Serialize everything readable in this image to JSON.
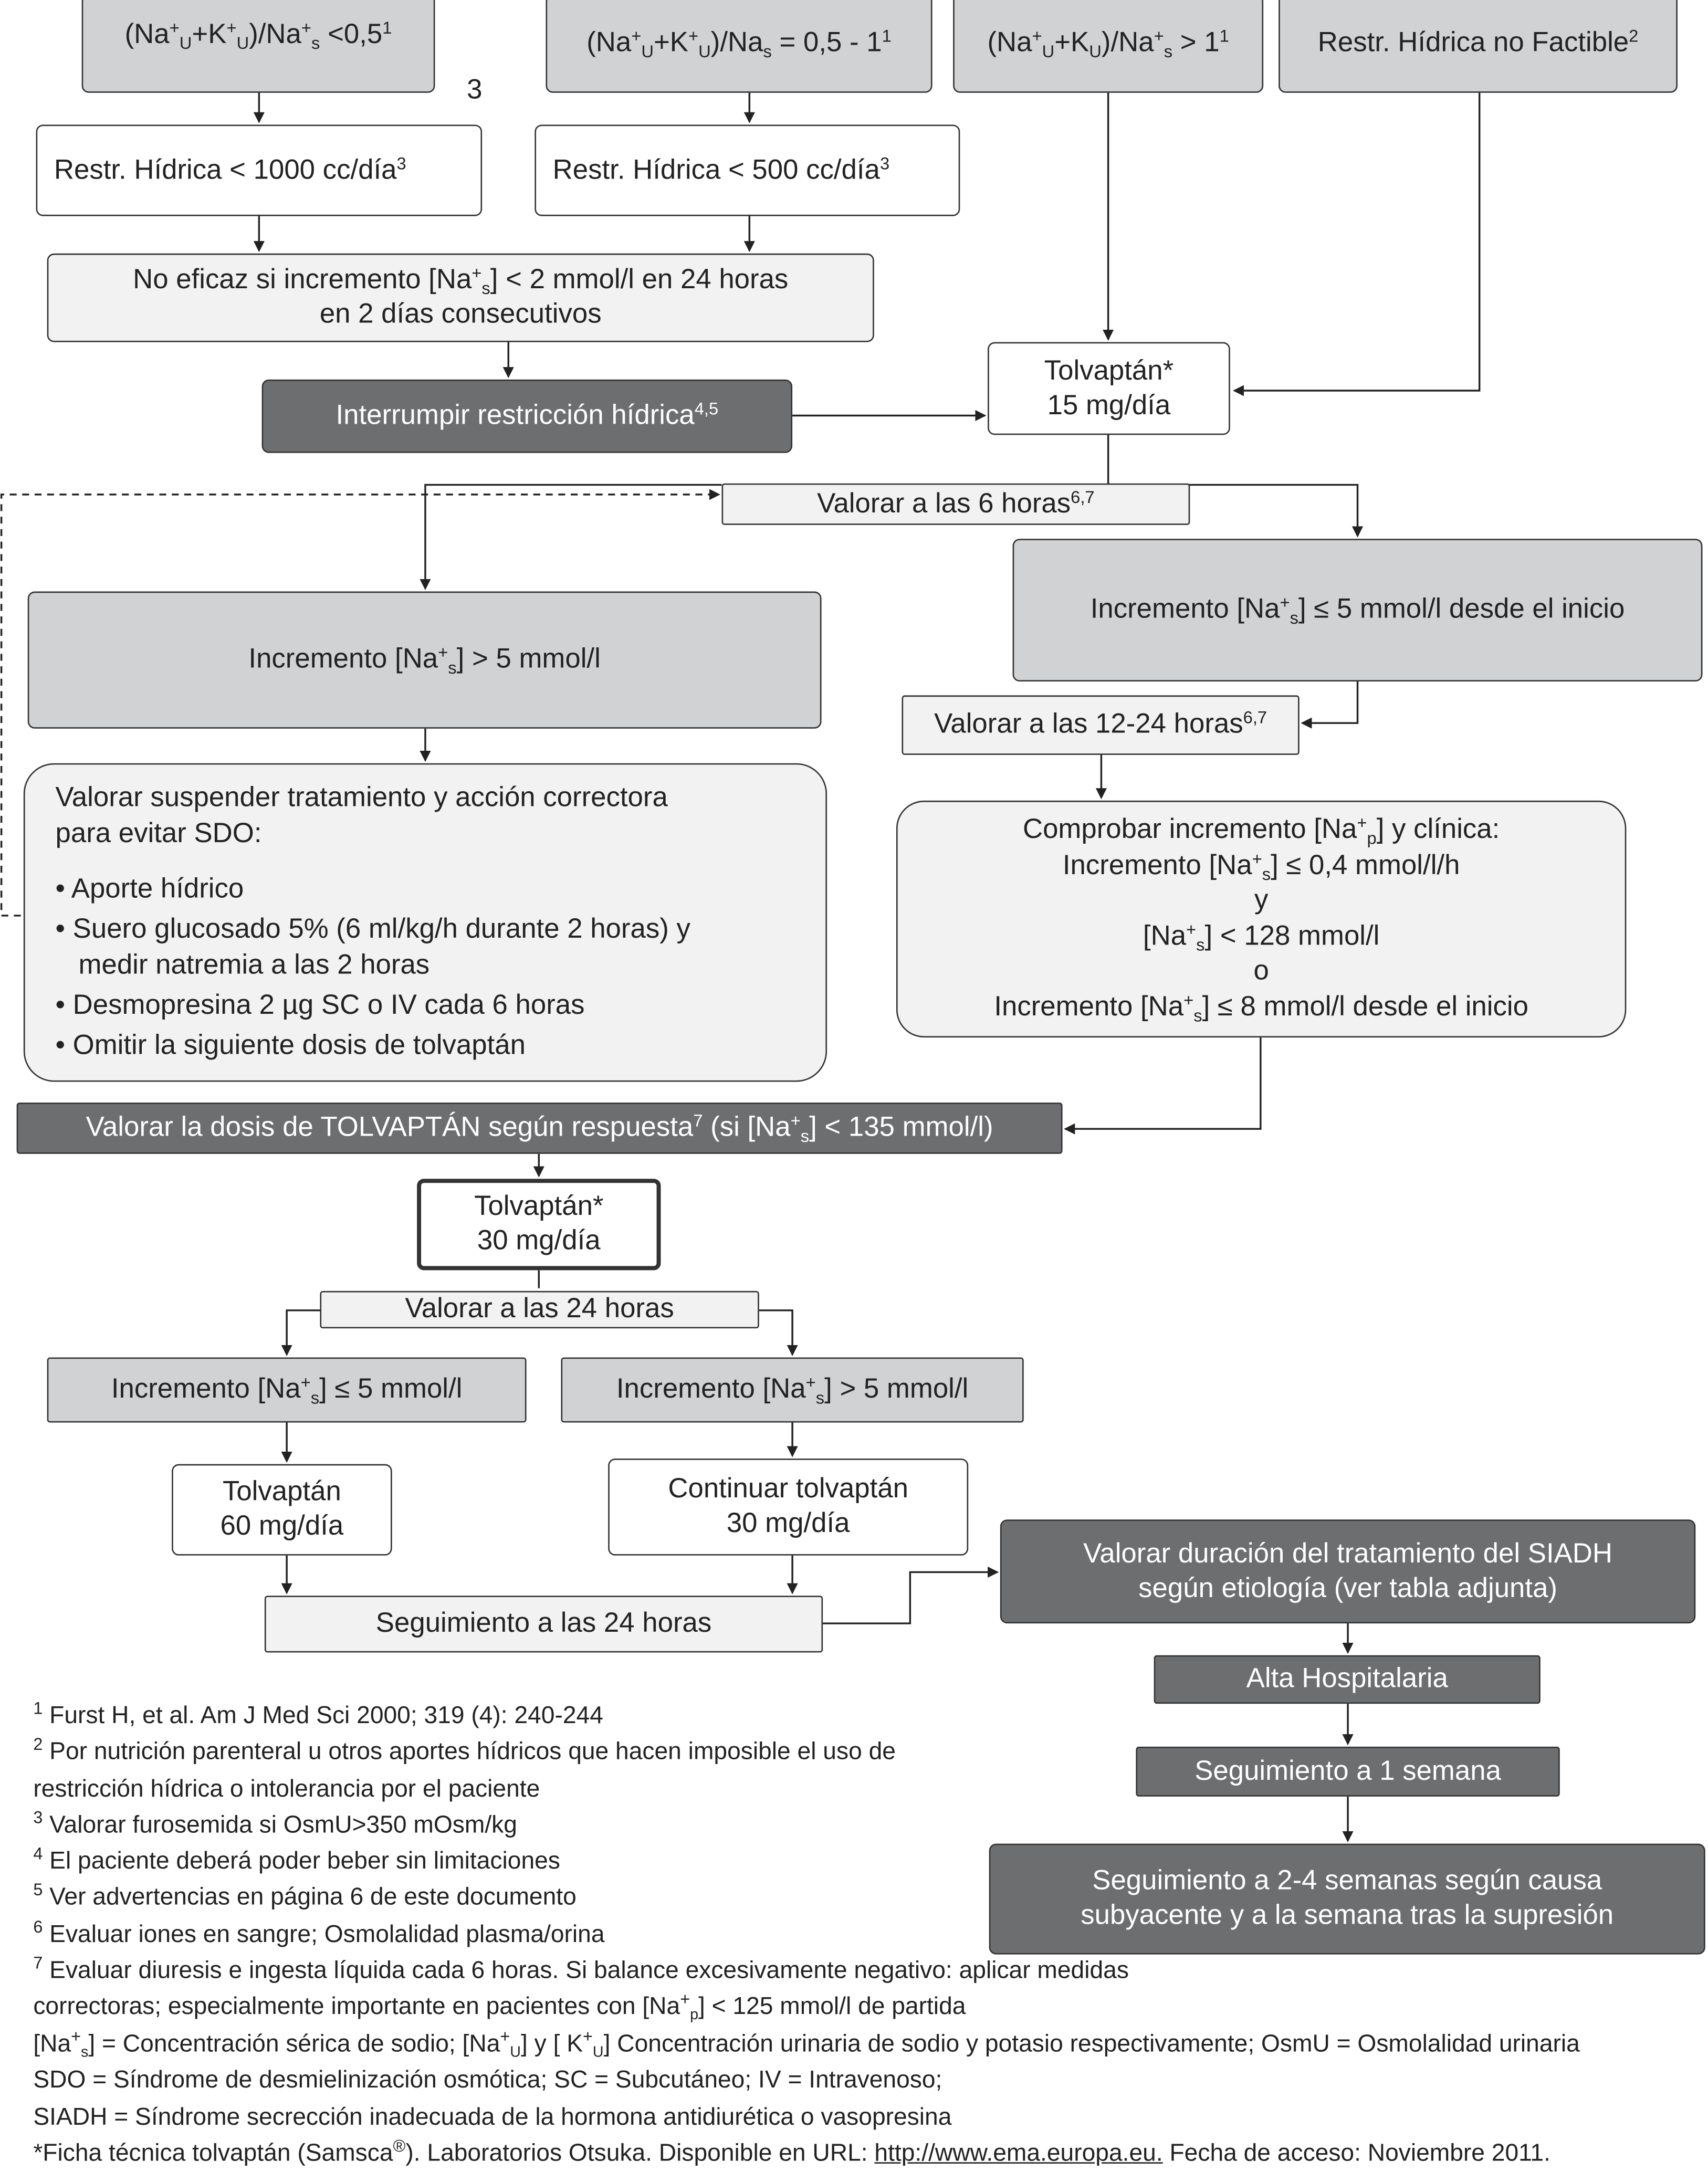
{
  "boxes": {
    "ratio_low": "(Na^{+}_{U}+K^{+}_{U})/Na^{+}_{s} <0,5^{1}",
    "stray_mark": "3",
    "ratio_mid": "(Na^{+}_{U}+K^{+}_{U})/Na_{s} = 0,5 - 1^{1}",
    "ratio_high": "(Na^{+}_{U}+K_{U})/Na^{+}_{s} > 1^{1}",
    "not_feasible": "Restr. Hídrica no Factible^{2}",
    "restr_1000": "Restr. Hídrica < 1000 cc/día^{3}",
    "restr_500": "Restr. Hídrica < 500 cc/día^{3}",
    "not_effective": [
      "No eficaz si incremento [Na^{+}_{s}] < 2 mmol/l  en 24 horas",
      "en 2 días consecutivos"
    ],
    "tolvaptan_15": [
      "Tolvaptán*",
      "15 mg/día"
    ],
    "stop_restriction": "Interrumpir restricción hídrica^{4,5}",
    "assess_6h": "Valorar a las 6 horas^{6,7}",
    "increase_gt5": "Incremento [Na^{+}_{s}] > 5 mmol/l",
    "increase_le5_start": "Incremento [Na^{+}_{s}] ≤ 5 mmol/l desde el inicio",
    "assess_12_24h": "Valorar a las 12-24 horas^{6,7}",
    "corrective": {
      "intro": [
        "Valorar suspender tratamiento y acción correctora",
        "para evitar SDO:"
      ],
      "items": [
        "• Aporte hídrico",
        "• Suero glucosado 5% (6 ml/kg/h durante 2 horas) y",
        "   medir natremia a las 2 horas",
        "• Desmopresina 2 µg SC o IV cada 6 horas",
        "• Omitir la siguiente dosis de tolvaptán"
      ]
    },
    "check_increase": [
      "Comprobar incremento [Na^{+}_{p}] y clínica:",
      "Incremento [Na^{+}_{s}] ≤ 0,4 mmol/l/h",
      "y",
      "[Na^{+}_{s}] < 128 mmol/l",
      "o",
      "Incremento [Na^{+}_{s}] ≤ 8 mmol/l desde el inicio"
    ],
    "adjust_dose": "Valorar la dosis de TOLVAPTÁN según respuesta^{7} (si [Na^{+}_{s}] < 135 mmol/l)",
    "tolvaptan_30": [
      "Tolvaptán*",
      "30 mg/día"
    ],
    "assess_24h": "Valorar a las 24 horas",
    "increase_le5": "Incremento [Na^{+}_{s}] ≤ 5 mmol/l",
    "increase_gt5_b": "Incremento [Na^{+}_{s}] > 5 mmol/l",
    "tolvaptan_60": [
      "Tolvaptán",
      "60 mg/día"
    ],
    "continue_30": [
      "Continuar tolvaptán",
      "30 mg/día"
    ],
    "followup_24h": "Seguimiento a las 24 horas",
    "duration": [
      "Valorar duración del tratamiento del SIADH",
      "según etiología (ver tabla adjunta)"
    ],
    "discharge": "Alta Hospitalaria",
    "followup_1w": "Seguimiento a 1 semana",
    "followup_2_4w": [
      "Seguimiento a 2-4 semanas según causa",
      "subyacente y a la semana tras la supresión"
    ]
  },
  "footnotes": [
    "^{1} Furst H, et al. Am J Med Sci 2000; 319 (4): 240-244",
    "^{2} Por nutrición parenteral u otros aportes hídricos que hacen imposible el uso de",
    "restricción hídrica o intolerancia por el paciente",
    "^{3} Valorar furosemida si OsmU>350 mOsm/kg",
    "^{4} El paciente deberá poder beber sin limitaciones",
    "^{5} Ver advertencias en página 6 de este documento",
    "^{6} Evaluar iones en sangre; Osmolalidad plasma/orina",
    "^{7} Evaluar diuresis e ingesta líquida cada 6 horas. Si balance excesivamente negativo: aplicar medidas",
    "correctoras; especialmente importante en pacientes con [Na^{+}_{p}] < 125 mmol/l de partida",
    "[Na^{+}_{s}] = Concentración sérica de sodio; [Na^{+}_{U}] y [ K^{+}_{U}] Concentración urinaria de sodio y potasio respectivamente; OsmU = Osmolalidad urinaria",
    "SDO = Síndrome de desmielinización osmótica; SC = Subcutáneo; IV = Intravenoso;",
    "SIADH = Síndrome  secrección inadecuada de la hormona antidiurética o vasopresina"
  ],
  "reference": {
    "before": "*Ficha técnica tolvaptán (Samsca^{®}). Laboratorios Otsuka. Disponible en URL: ",
    "url": "http://www.ema.europa.eu.",
    "after": " Fecha de acceso: Noviembre 2011."
  },
  "colors": {
    "gray_box": "#d1d2d4",
    "light_box": "#f2f2f2",
    "dark_box": "#6d6e70"
  }
}
